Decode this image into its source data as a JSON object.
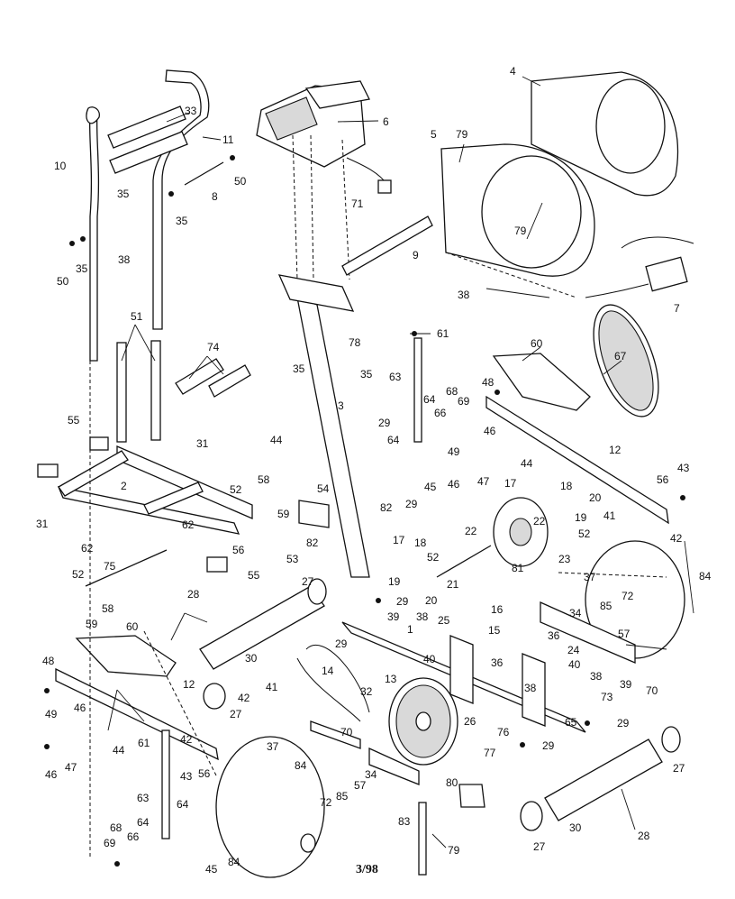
{
  "diagram": {
    "date_stamp": "3/98",
    "callouts": [
      {
        "id": "c10",
        "text": "10"
      },
      {
        "id": "c33",
        "text": "33"
      },
      {
        "id": "c11",
        "text": "11"
      },
      {
        "id": "c6",
        "text": "6"
      },
      {
        "id": "c4",
        "text": "4"
      },
      {
        "id": "c5",
        "text": "5"
      },
      {
        "id": "c79a",
        "text": "79"
      },
      {
        "id": "c35a",
        "text": "35"
      },
      {
        "id": "c8",
        "text": "8"
      },
      {
        "id": "c50a",
        "text": "50"
      },
      {
        "id": "c35b",
        "text": "35"
      },
      {
        "id": "c35c",
        "text": "35"
      },
      {
        "id": "c38a",
        "text": "38"
      },
      {
        "id": "c50b",
        "text": "50"
      },
      {
        "id": "c71",
        "text": "71"
      },
      {
        "id": "c9",
        "text": "9"
      },
      {
        "id": "c79b",
        "text": "79"
      },
      {
        "id": "c38b",
        "text": "38"
      },
      {
        "id": "c7",
        "text": "7"
      },
      {
        "id": "c51",
        "text": "51"
      },
      {
        "id": "c78",
        "text": "78"
      },
      {
        "id": "c61a",
        "text": "61"
      },
      {
        "id": "c74",
        "text": "74"
      },
      {
        "id": "c35d",
        "text": "35"
      },
      {
        "id": "c35e",
        "text": "35"
      },
      {
        "id": "c60a",
        "text": "60"
      },
      {
        "id": "c67",
        "text": "67"
      },
      {
        "id": "c63a",
        "text": "63"
      },
      {
        "id": "c48a",
        "text": "48"
      },
      {
        "id": "c68a",
        "text": "68"
      },
      {
        "id": "c3",
        "text": "3"
      },
      {
        "id": "c64a",
        "text": "64"
      },
      {
        "id": "c66a",
        "text": "66"
      },
      {
        "id": "c69a",
        "text": "69"
      },
      {
        "id": "c55a",
        "text": "55"
      },
      {
        "id": "c44a",
        "text": "44"
      },
      {
        "id": "c29a",
        "text": "29"
      },
      {
        "id": "c31a",
        "text": "31"
      },
      {
        "id": "c64b",
        "text": "64"
      },
      {
        "id": "c46a",
        "text": "46"
      },
      {
        "id": "c12a",
        "text": "12"
      },
      {
        "id": "c49a",
        "text": "49"
      },
      {
        "id": "c44b",
        "text": "44"
      },
      {
        "id": "c2",
        "text": "2"
      },
      {
        "id": "c52a",
        "text": "52"
      },
      {
        "id": "c58a",
        "text": "58"
      },
      {
        "id": "c45a",
        "text": "45"
      },
      {
        "id": "c46b",
        "text": "46"
      },
      {
        "id": "c47a",
        "text": "47"
      },
      {
        "id": "c43a",
        "text": "43"
      },
      {
        "id": "c54",
        "text": "54"
      },
      {
        "id": "c17a",
        "text": "17"
      },
      {
        "id": "c18a",
        "text": "18"
      },
      {
        "id": "c56a",
        "text": "56"
      },
      {
        "id": "c59a",
        "text": "59"
      },
      {
        "id": "c20a",
        "text": "20"
      },
      {
        "id": "c31b",
        "text": "31"
      },
      {
        "id": "c62a",
        "text": "62"
      },
      {
        "id": "c29b",
        "text": "29"
      },
      {
        "id": "c82a",
        "text": "82"
      },
      {
        "id": "c22a",
        "text": "22"
      },
      {
        "id": "c19a",
        "text": "19"
      },
      {
        "id": "c62b",
        "text": "62"
      },
      {
        "id": "c56b",
        "text": "56"
      },
      {
        "id": "c41a",
        "text": "41"
      },
      {
        "id": "c52b",
        "text": "52"
      },
      {
        "id": "c42a",
        "text": "42"
      },
      {
        "id": "c17b",
        "text": "17"
      },
      {
        "id": "c18b",
        "text": "18"
      },
      {
        "id": "c22b",
        "text": "22"
      },
      {
        "id": "c75",
        "text": "75"
      },
      {
        "id": "c82b",
        "text": "82"
      },
      {
        "id": "c55b",
        "text": "55"
      },
      {
        "id": "c53",
        "text": "53"
      },
      {
        "id": "c23",
        "text": "23"
      },
      {
        "id": "c84a",
        "text": "84"
      },
      {
        "id": "c52c",
        "text": "52"
      },
      {
        "id": "c37a",
        "text": "37"
      },
      {
        "id": "c81",
        "text": "81"
      },
      {
        "id": "c27a",
        "text": "27"
      },
      {
        "id": "c19b",
        "text": "19"
      },
      {
        "id": "c20b",
        "text": "20"
      },
      {
        "id": "c21",
        "text": "21"
      },
      {
        "id": "c52d",
        "text": "52"
      },
      {
        "id": "c58b",
        "text": "58"
      },
      {
        "id": "c28a",
        "text": "28"
      },
      {
        "id": "c29c",
        "text": "29"
      },
      {
        "id": "c16",
        "text": "16"
      },
      {
        "id": "c85a",
        "text": "85"
      },
      {
        "id": "c72a",
        "text": "72"
      },
      {
        "id": "c59b",
        "text": "59"
      },
      {
        "id": "c38c",
        "text": "38"
      },
      {
        "id": "c25",
        "text": "25"
      },
      {
        "id": "c15",
        "text": "15"
      },
      {
        "id": "c34a",
        "text": "34"
      },
      {
        "id": "c57a",
        "text": "57"
      },
      {
        "id": "c39a",
        "text": "39"
      },
      {
        "id": "c60b",
        "text": "60"
      },
      {
        "id": "c29d",
        "text": "29"
      },
      {
        "id": "c30a",
        "text": "30"
      },
      {
        "id": "c1",
        "text": "1"
      },
      {
        "id": "c36a",
        "text": "36"
      },
      {
        "id": "c24",
        "text": "24"
      },
      {
        "id": "c48b",
        "text": "48"
      },
      {
        "id": "c40a",
        "text": "40"
      },
      {
        "id": "c14",
        "text": "14"
      },
      {
        "id": "c36b",
        "text": "36"
      },
      {
        "id": "c40b",
        "text": "40"
      },
      {
        "id": "c38d",
        "text": "38"
      },
      {
        "id": "c13",
        "text": "13"
      },
      {
        "id": "c70a",
        "text": "70"
      },
      {
        "id": "c12b",
        "text": "12"
      },
      {
        "id": "c32",
        "text": "32"
      },
      {
        "id": "c38e",
        "text": "38"
      },
      {
        "id": "c39b",
        "text": "39"
      },
      {
        "id": "c73",
        "text": "73"
      },
      {
        "id": "c27b",
        "text": "27"
      },
      {
        "id": "c42b",
        "text": "42"
      },
      {
        "id": "c41b",
        "text": "41"
      },
      {
        "id": "c49b",
        "text": "49"
      },
      {
        "id": "c46c",
        "text": "46"
      },
      {
        "id": "c26",
        "text": "26"
      },
      {
        "id": "c65",
        "text": "65"
      },
      {
        "id": "c29e",
        "text": "29"
      },
      {
        "id": "c44c",
        "text": "44"
      },
      {
        "id": "c76",
        "text": "76"
      },
      {
        "id": "c47b",
        "text": "47"
      },
      {
        "id": "c46d",
        "text": "46"
      },
      {
        "id": "c61b",
        "text": "61"
      },
      {
        "id": "c42c",
        "text": "42"
      },
      {
        "id": "c29f",
        "text": "29"
      },
      {
        "id": "c77",
        "text": "77"
      },
      {
        "id": "c43b",
        "text": "43"
      },
      {
        "id": "c56c",
        "text": "56"
      },
      {
        "id": "c37b",
        "text": "37"
      },
      {
        "id": "c70b",
        "text": "70"
      },
      {
        "id": "c27c",
        "text": "27"
      },
      {
        "id": "c84b",
        "text": "84"
      },
      {
        "id": "c57b",
        "text": "57"
      },
      {
        "id": "c85b",
        "text": "85"
      },
      {
        "id": "c34b",
        "text": "34"
      },
      {
        "id": "c72b",
        "text": "72"
      },
      {
        "id": "c80",
        "text": "80"
      },
      {
        "id": "c63b",
        "text": "63"
      },
      {
        "id": "c68b",
        "text": "68"
      },
      {
        "id": "c64c",
        "text": "64"
      },
      {
        "id": "c66b",
        "text": "66"
      },
      {
        "id": "c64d",
        "text": "64"
      },
      {
        "id": "c69b",
        "text": "69"
      },
      {
        "id": "c30b",
        "text": "30"
      },
      {
        "id": "c28b",
        "text": "28"
      },
      {
        "id": "c83",
        "text": "83"
      },
      {
        "id": "c79c",
        "text": "79"
      },
      {
        "id": "c84c",
        "text": "84"
      },
      {
        "id": "c45b",
        "text": "45"
      },
      {
        "id": "c27d",
        "text": "27"
      }
    ]
  }
}
